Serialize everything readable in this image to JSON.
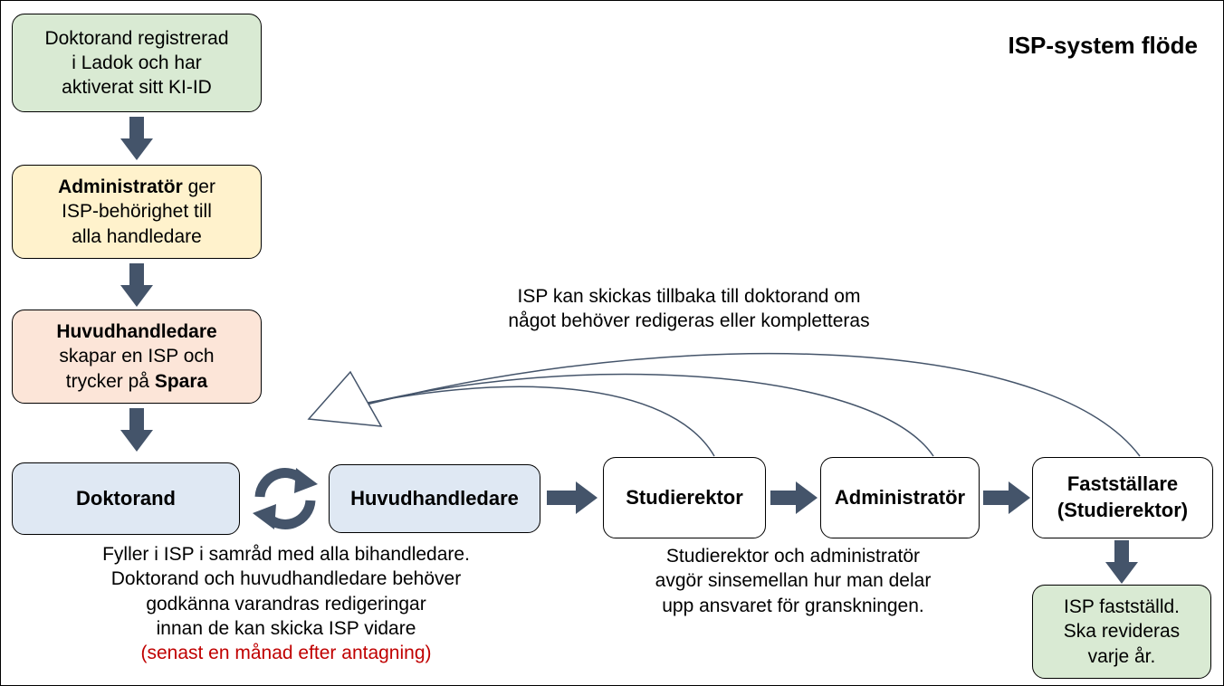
{
  "title": "ISP-system flöde",
  "colors": {
    "green": "#d9ead3",
    "yellow": "#fff2cc",
    "peach": "#fce5d8",
    "blue": "#dfe8f3",
    "arrow": "#44546a",
    "red": "#c00000"
  },
  "boxes": {
    "registered": [
      "Doktorand registrerad",
      "i Ladok och har",
      "aktiverat sitt KI-ID"
    ],
    "admin_grant": {
      "bold": "Administratör",
      "rest1": " ger",
      "line2": "ISP-behörighet till",
      "line3": "alla handledare"
    },
    "supervisor_create": {
      "line1": "Huvudhandledare",
      "line2": "skapar en ISP och",
      "line3_pre": "trycker på ",
      "line3_bold": "Spara"
    },
    "doktorand": "Doktorand",
    "huvudhandledare": "Huvudhandledare",
    "studierektor": "Studierektor",
    "administrator": "Administratör",
    "faststallare": [
      "Fastställare",
      "(Studierektor)"
    ],
    "final": [
      "ISP fastställd.",
      "Ska revideras",
      "varje år."
    ]
  },
  "notes": {
    "return": [
      "ISP kan skickas tillbaka till doktorand om",
      "något behöver redigeras eller kompletteras"
    ],
    "fill": [
      "Fyller i ISP i samråd med alla bihandledare.",
      "Doktorand och huvudhandledare behöver",
      "godkänna varandras redigeringar",
      "innan de kan skicka ISP vidare"
    ],
    "deadline": "(senast en månad efter antagning)",
    "review": [
      "Studierektor och administratör",
      "avgör sinsemellan hur man delar",
      "upp ansvaret för granskningen."
    ]
  },
  "icons": {
    "down_arrow": "down-arrow-icon",
    "right_arrow": "right-arrow-icon",
    "cycle": "sync-cycle-icon",
    "return_arrow": "return-arrow-icon"
  }
}
